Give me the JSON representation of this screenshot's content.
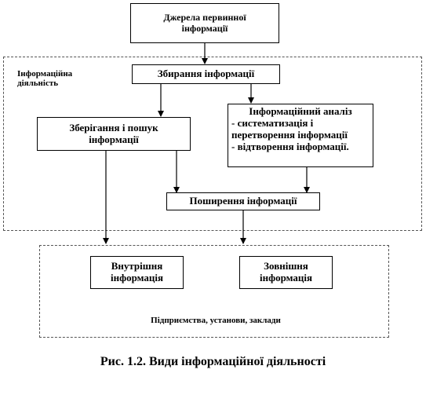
{
  "source_box": "Джерела первинної інформації",
  "activity_area_label": "Інформаційна діяльність",
  "collection_box": "Збирання інформації",
  "storage_box": "Зберігання і пошук інформації",
  "analysis_box": {
    "title": "Інформаційний аналіз",
    "items": [
      "- систематизація і",
      "перетворення інформації",
      "- відтворення інформації."
    ]
  },
  "distribution_box": "Поширення інформації",
  "internal_box": "Внутрішня інформація",
  "external_box": "Зовнішня інформація",
  "organizations_label": "Підприємства, установи, заклади",
  "caption": "Рис. 1.2. Види інформаційної діяльності"
}
